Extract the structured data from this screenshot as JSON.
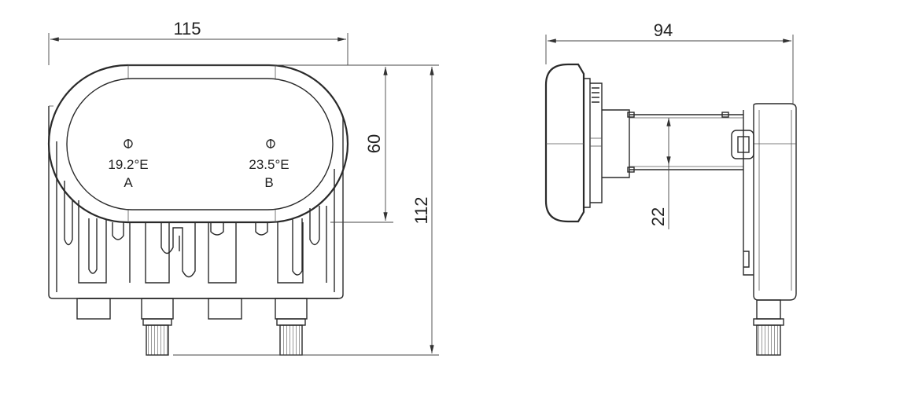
{
  "front_view": {
    "width_dim": "115",
    "dish_height_dim": "60",
    "total_height_dim": "112",
    "port_a": {
      "orbit": "19.2°E",
      "letter": "A"
    },
    "port_b": {
      "orbit": "23.5°E",
      "letter": "B"
    }
  },
  "side_view": {
    "depth_dim": "94",
    "tube_dim": "22"
  }
}
